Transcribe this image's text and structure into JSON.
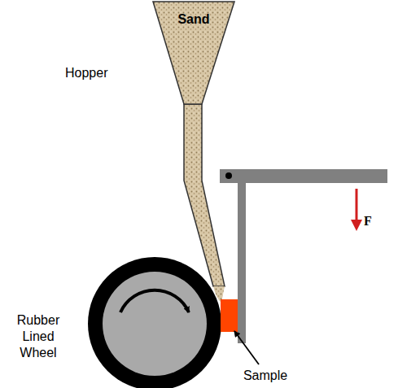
{
  "diagram": {
    "nodes": [
      {
        "text": [
          "Sand"
        ]
      }
    ],
    "labels": [
      "Hopper",
      "Rubber Lined Wheel",
      "Sample",
      "F"
    ]
  }
}
